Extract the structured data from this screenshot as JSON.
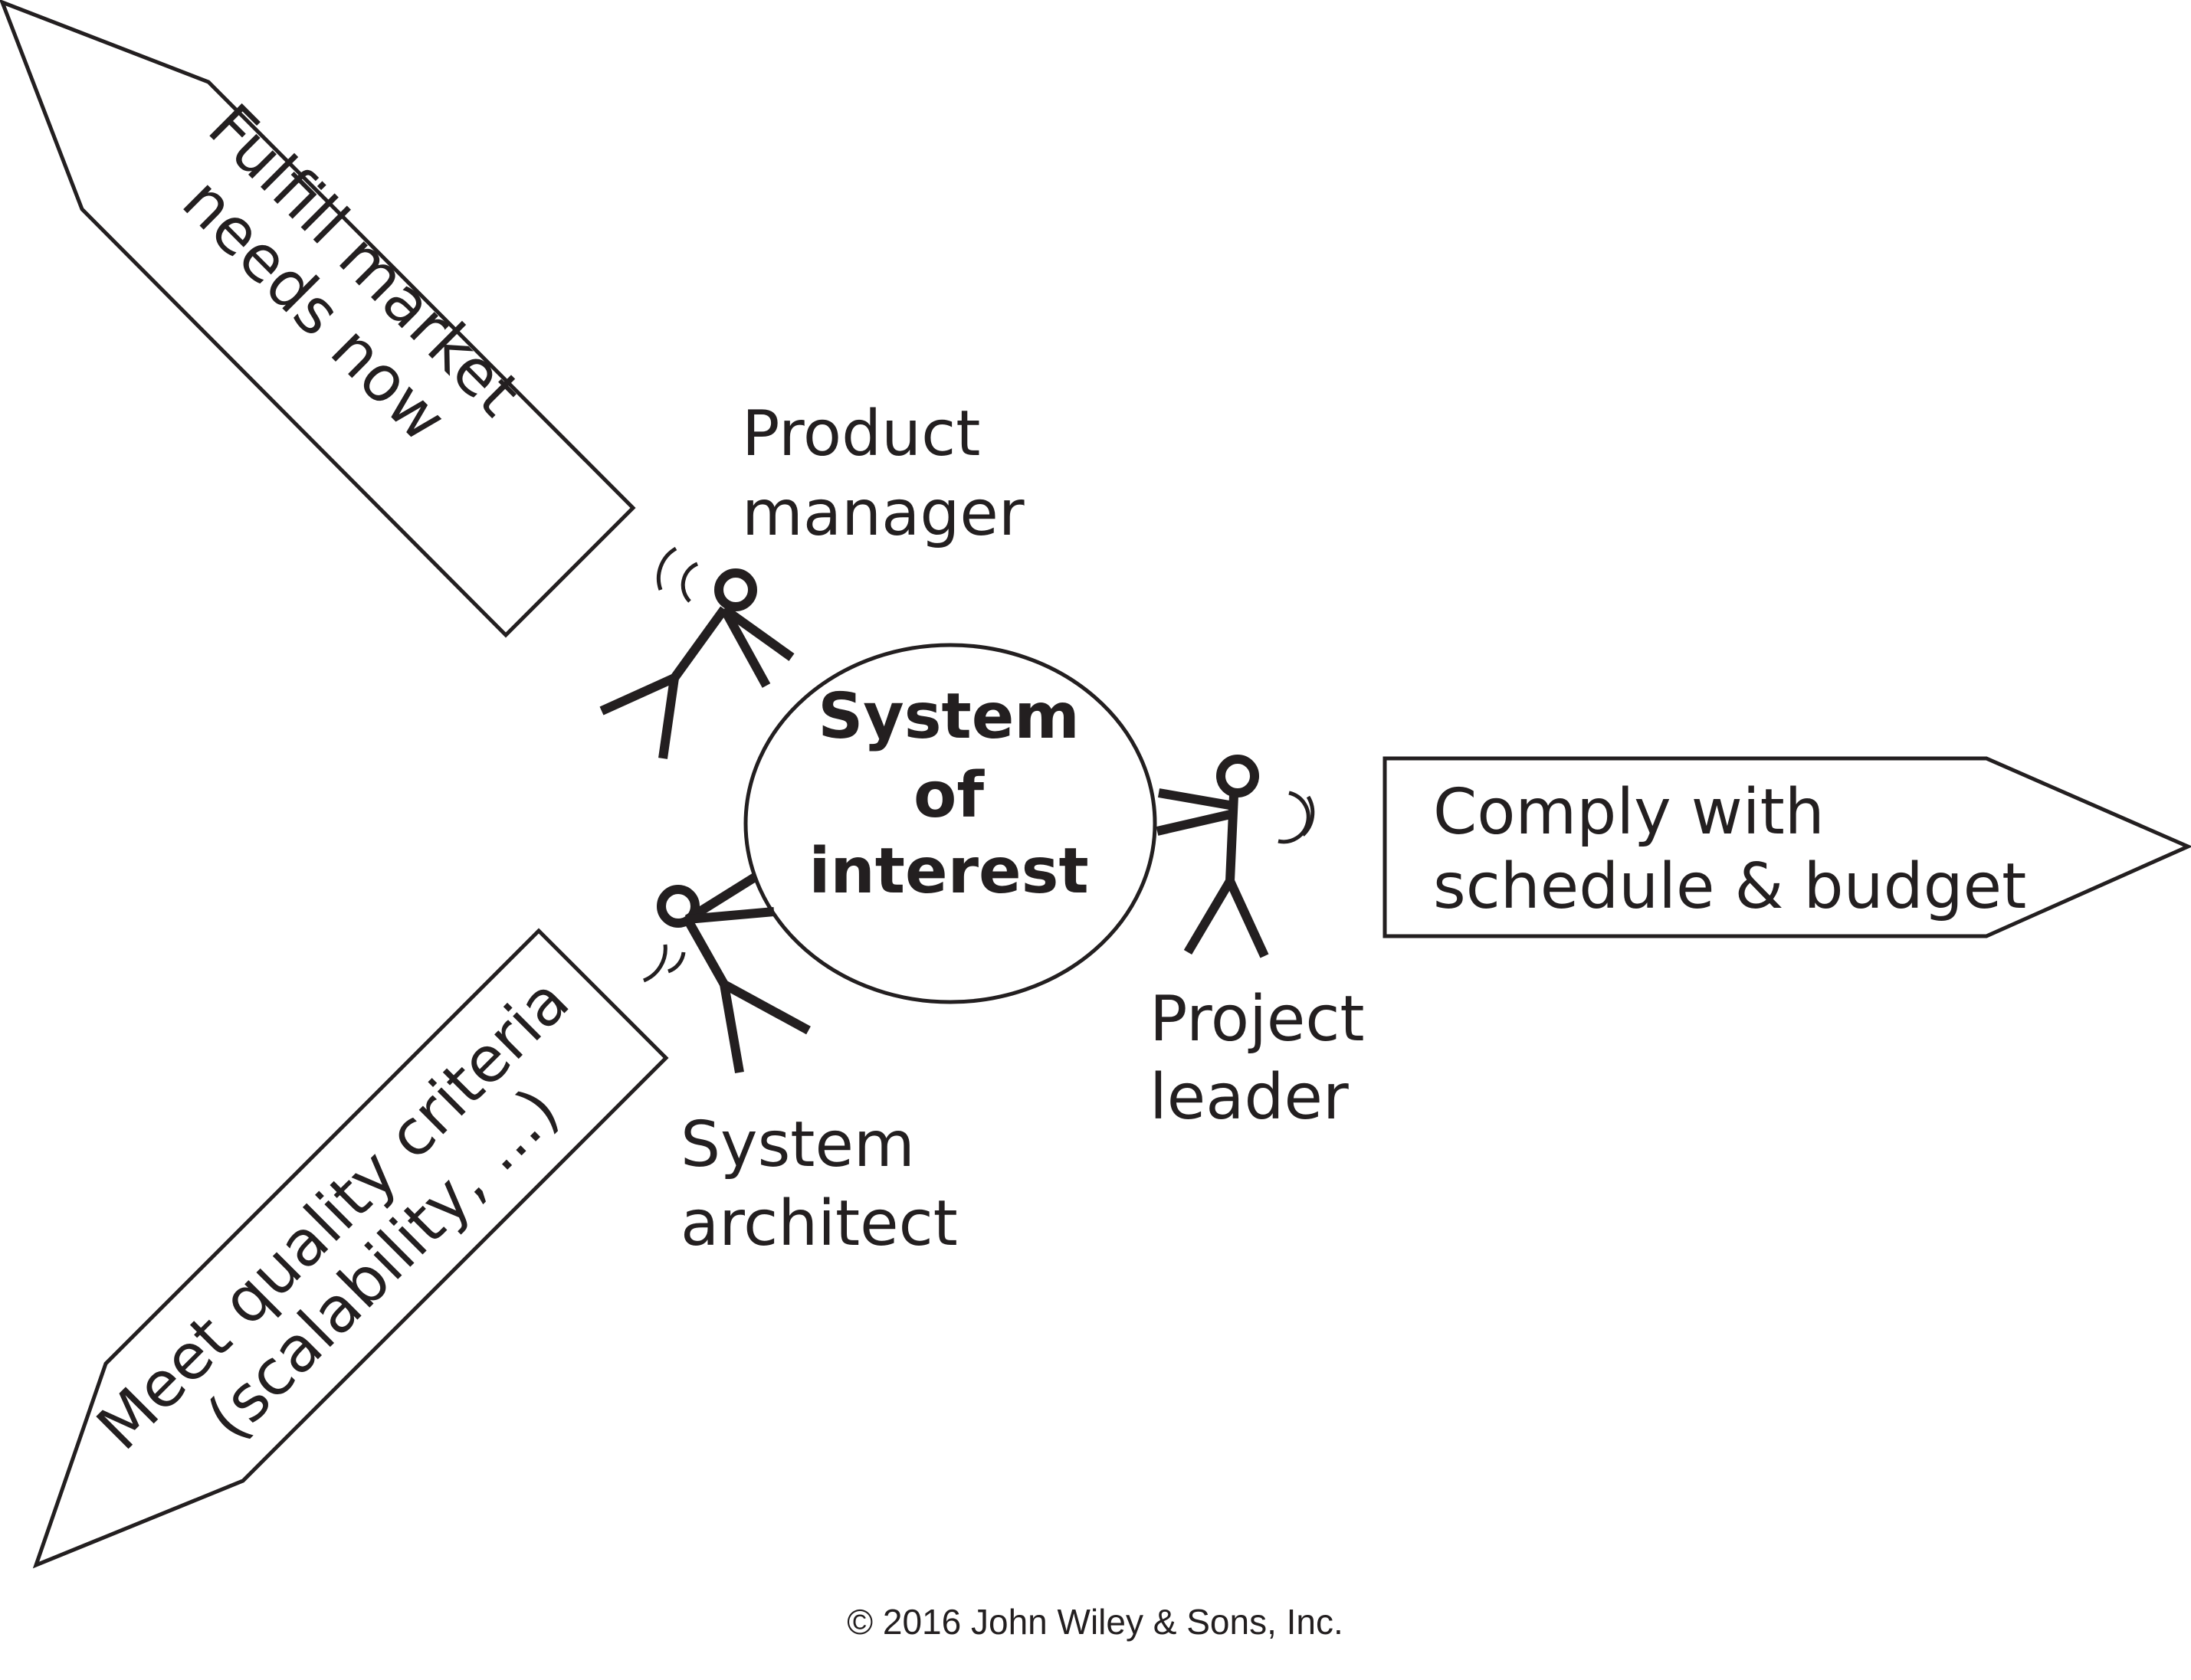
{
  "center": {
    "line1": "System",
    "line2": "of",
    "line3": "interest"
  },
  "actors": {
    "product_manager": {
      "line1": "Product",
      "line2": "manager"
    },
    "system_architect": {
      "line1": "System",
      "line2": "architect"
    },
    "project_leader": {
      "line1": "Project",
      "line2": "leader"
    }
  },
  "goals": {
    "market": {
      "line1": "Fulfill market",
      "line2": "needs now"
    },
    "quality": {
      "line1": "Meet quality criteria",
      "line2": "(scalability, ...)"
    },
    "schedule": {
      "line1": "Comply with",
      "line2": "schedule & budget"
    }
  },
  "copyright": "© 2016 John Wiley & Sons, Inc.",
  "colors": {
    "ink": "#231f20",
    "background": "#ffffff"
  }
}
